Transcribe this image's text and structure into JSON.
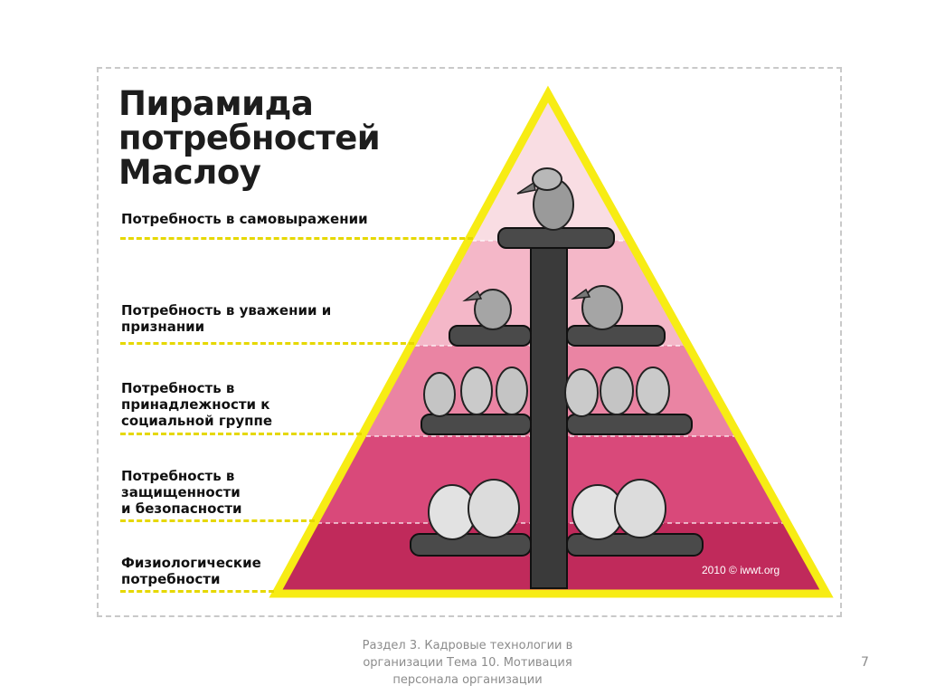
{
  "title_lines": [
    "Пирамида",
    "потребностей",
    "Маслоу"
  ],
  "levels": [
    {
      "lines": [
        "Потребность в самовыражении"
      ],
      "color": "#f9dde3"
    },
    {
      "lines": [
        "Потребность в уважении и",
        "признании"
      ],
      "color": "#f4b7c8"
    },
    {
      "lines": [
        "Потребность в",
        "принадлежности к",
        "социальной группе"
      ],
      "color": "#ea84a3"
    },
    {
      "lines": [
        "Потребность в",
        "защищенности",
        "и безопасности"
      ],
      "color": "#d9497a"
    },
    {
      "lines": [
        "Физиологические",
        "потребности"
      ],
      "color": "#c02a5b"
    }
  ],
  "copyright": "2010 © iwwt.org",
  "footer_lines": [
    "Раздел 3. Кадровые технологии в",
    "организации Тема 10. Мотивация",
    "персонала организации"
  ],
  "page_number": "7",
  "colors": {
    "pyramid_border": "#f7ec14",
    "dash_line": "#e6d800",
    "pole": "#3a3a3a"
  },
  "illustration": {
    "subject": "birds on a perch pole",
    "icon": "bird-icon"
  }
}
